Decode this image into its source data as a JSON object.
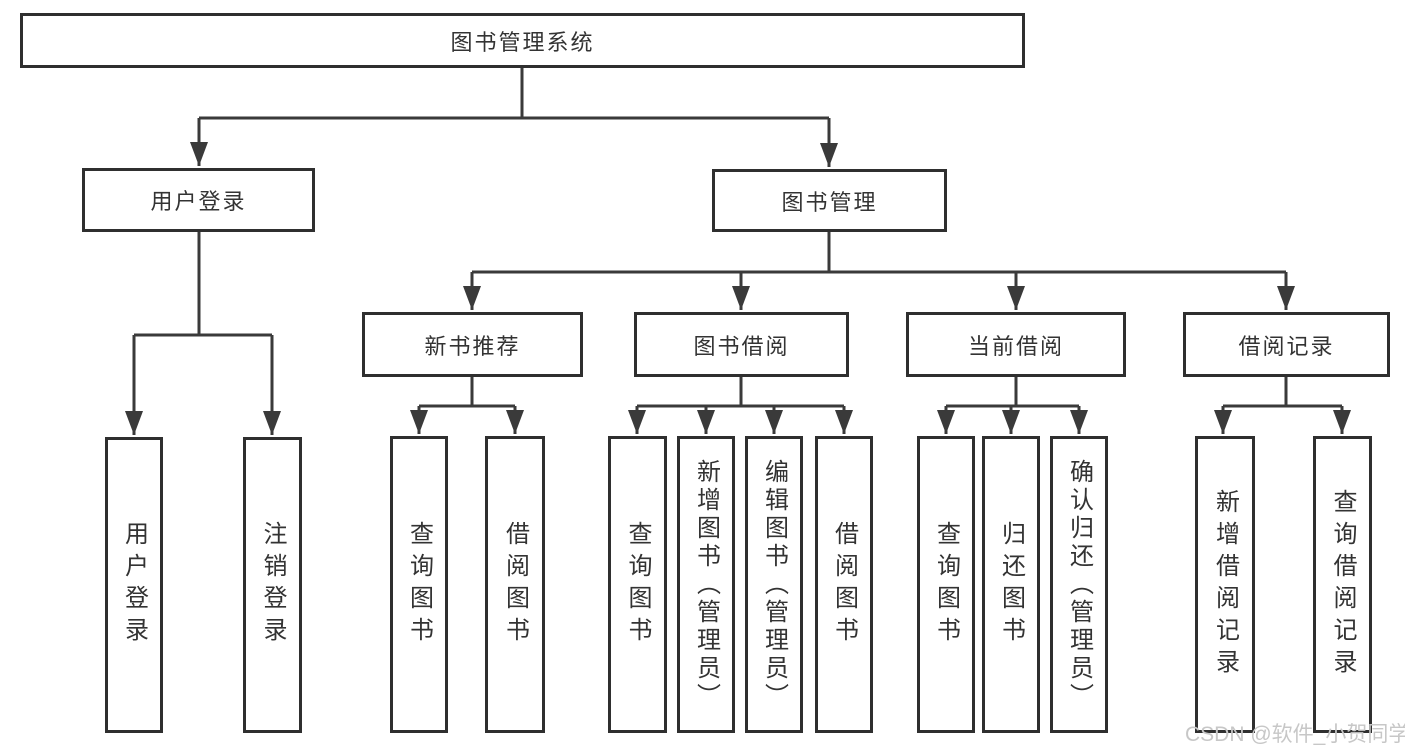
{
  "diagram": {
    "root": {
      "label": "图书管理系统"
    },
    "level2": [
      {
        "label": "用户登录"
      },
      {
        "label": "图书管理"
      }
    ],
    "level3": [
      {
        "label": "新书推荐"
      },
      {
        "label": "图书借阅"
      },
      {
        "label": "当前借阅"
      },
      {
        "label": "借阅记录"
      }
    ],
    "leaves": {
      "user_login": [
        {
          "label": "用户登录"
        },
        {
          "label": "注销登录"
        }
      ],
      "new_book_recommend": [
        {
          "label": "查询图书"
        },
        {
          "label": "借阅图书"
        }
      ],
      "book_borrowing": [
        {
          "label": "查询图书"
        },
        {
          "label": "新增图书（管理员）"
        },
        {
          "label": "编辑图书（管理员）"
        },
        {
          "label": "借阅图书"
        }
      ],
      "current_borrowing": [
        {
          "label": "查询图书"
        },
        {
          "label": "归还图书"
        },
        {
          "label": "确认归还（管理员）"
        }
      ],
      "borrowing_records": [
        {
          "label": "新增借阅记录"
        },
        {
          "label": "查询借阅记录"
        }
      ]
    }
  },
  "watermark": {
    "text": "CSDN @软件_小贺同学"
  },
  "colors": {
    "background": "#ffffff",
    "box_border": "#2f2f2f",
    "connector_line": "#3a3a3a",
    "text": "#333333",
    "watermark_text": "#c7c7c7"
  }
}
